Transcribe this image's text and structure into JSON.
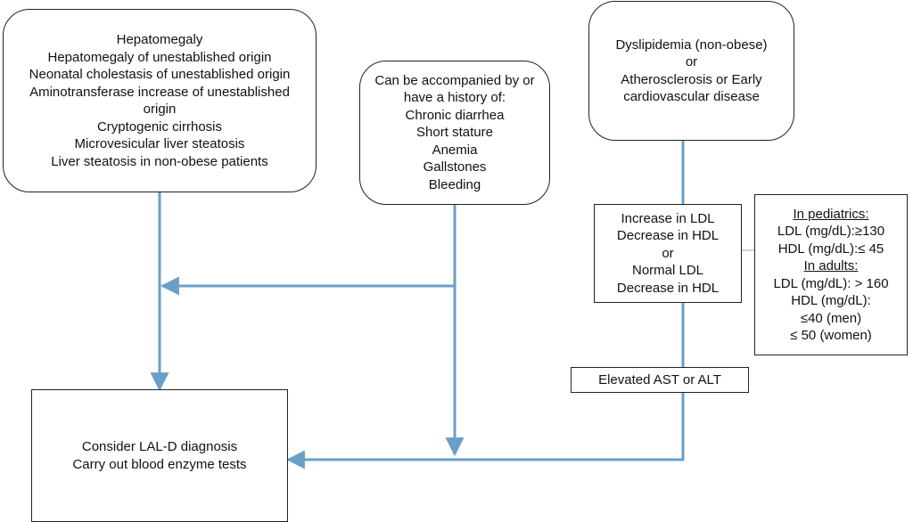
{
  "boxes": {
    "hepatic": {
      "lines": [
        "Hepatomegaly",
        "Hepatomegaly of unestablished origin",
        "Neonatal cholestasis of unestablished origin",
        "Aminotransferase increase of unestablished",
        "origin",
        "Cryptogenic cirrhosis",
        "Microvesicular liver steatosis",
        "Liver steatosis in non-obese patients"
      ]
    },
    "accompanied": {
      "lines": [
        "Can be accompanied by or",
        "have a history of:",
        "Chronic diarrhea",
        "Short stature",
        "Anemia",
        "Gallstones",
        "Bleeding"
      ]
    },
    "lipid": {
      "lines": [
        "Dyslipidemia (non-obese)",
        "or",
        "Atherosclerosis or Early",
        "cardiovascular disease"
      ]
    },
    "ldl": {
      "lines": [
        "Increase in LDL",
        "Decrease in HDL",
        "or",
        "Normal LDL",
        "Decrease in HDL"
      ]
    },
    "criteria": {
      "pediatrics_heading": "In pediatrics:",
      "pediatrics_lines": [
        "LDL (mg/dL):≥130",
        "HDL (mg/dL):≤ 45"
      ],
      "adults_heading": "In adults:",
      "adults_lines": [
        "LDL (mg/dL): > 160",
        "HDL (mg/dL):",
        "≤40 (men)",
        "≤ 50 (women)"
      ]
    },
    "ast": {
      "text": "Elevated AST or ALT"
    },
    "diagnosis": {
      "lines": [
        "Consider LAL-D diagnosis",
        "Carry out blood enzyme tests"
      ]
    }
  },
  "colors": {
    "arrow": "#6a9fc7",
    "border": "#222222"
  }
}
